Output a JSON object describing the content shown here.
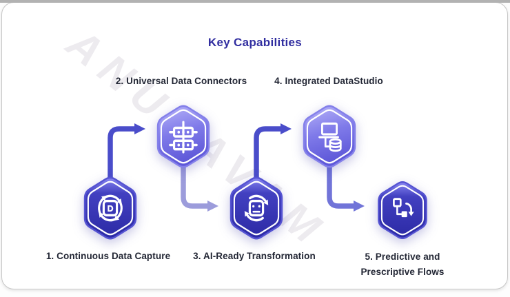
{
  "title": "Key Capabilities",
  "watermark": "ANUBAVAM",
  "steps": [
    {
      "label": "1. Continuous Data Capture",
      "icon": "data-capture-sync-icon",
      "variant": "dark"
    },
    {
      "label": "2. Universal Data Connectors",
      "icon": "data-connectors-icon",
      "variant": "light"
    },
    {
      "label": "3. AI-Ready Transformation",
      "icon": "ai-transformation-sync-icon",
      "variant": "dark"
    },
    {
      "label": "4. Integrated DataStudio",
      "icon": "computer-database-icon",
      "variant": "light"
    },
    {
      "label": "5. Predictive and Prescriptive Flows",
      "icon": "predictive-flowchart-icon",
      "variant": "dark"
    }
  ],
  "colors": {
    "title": "#312ea0",
    "label": "#222634",
    "hex_dark_ring": "#5553d2",
    "hex_dark_top": "#8482ef",
    "hex_dark_mid": "#4240c0",
    "hex_dark_bottom": "#2c2aa5",
    "hex_light_ring": "#8480ea",
    "hex_light_top": "#b6b2f8",
    "hex_light_mid": "#7f7ae9",
    "hex_light_bottom": "#5e58d8",
    "arrow_step1_2": "#4a4dca",
    "arrow_step2_3": "#9c9cdb",
    "arrow_step3_4": "#4a4dca",
    "arrow_step4_5": "#7174d8",
    "icon_stroke": "#ffffff"
  }
}
